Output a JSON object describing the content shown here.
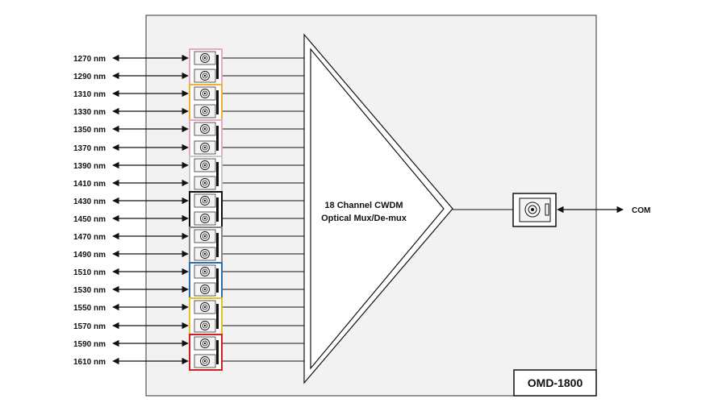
{
  "module": {
    "model_label": "OMD-1800",
    "mux_line1": "18 Channel CWDM",
    "mux_line2": "Optical Mux/De-mux",
    "com_label": "COM"
  },
  "channels": [
    "1270 nm",
    "1290 nm",
    "1310 nm",
    "1330 nm",
    "1350 nm",
    "1370 nm",
    "1390 nm",
    "1410 nm",
    "1430 nm",
    "1450 nm",
    "1470 nm",
    "1490 nm",
    "1510 nm",
    "1530 nm",
    "1550 nm",
    "1570 nm",
    "1590 nm",
    "1610 nm"
  ],
  "adapter_colors": [
    "#e8a9b8",
    "#f0b030",
    "#e8a9b8",
    "#c8c8c8",
    "#111111",
    "#888888",
    "#2b6cb0",
    "#e8c020",
    "#d02020"
  ],
  "colors": {
    "module_fill": "#f2f2f2",
    "line": "#111111"
  }
}
